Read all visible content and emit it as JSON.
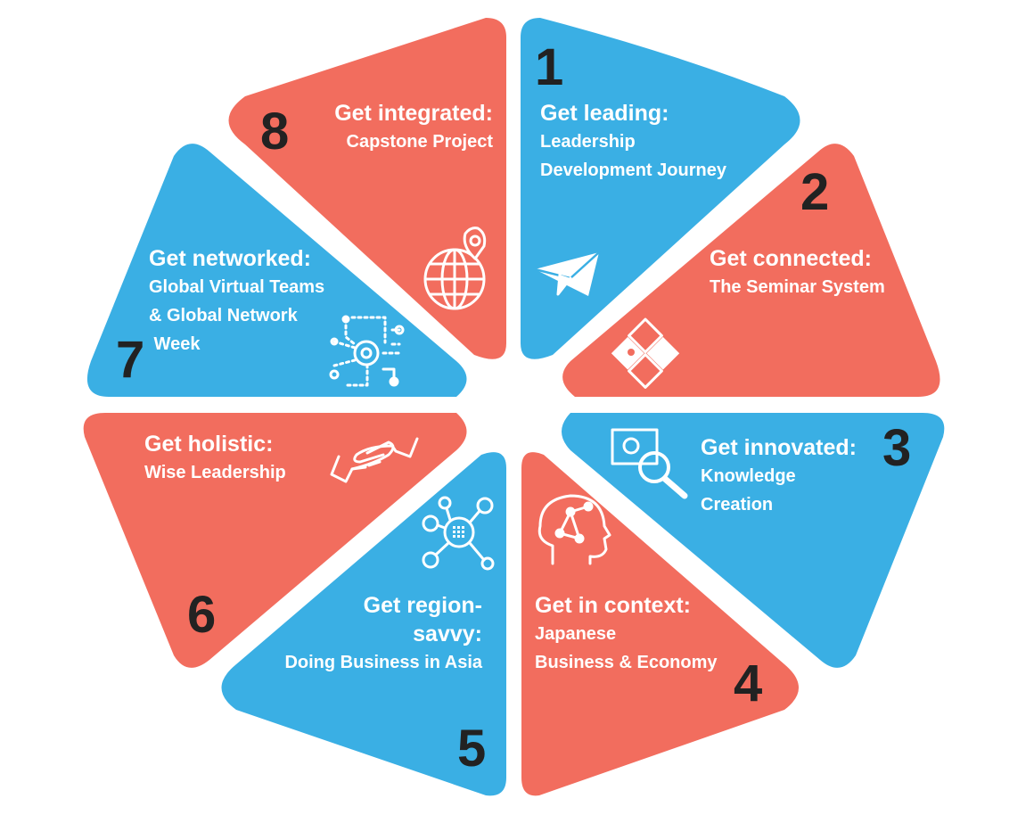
{
  "colors": {
    "blue": "#3AAFE4",
    "coral": "#F26D5E",
    "number": "#222222",
    "icon": "#ffffff"
  },
  "segments": [
    {
      "number": "1",
      "heading": "Get leading:",
      "lines": [
        "Leadership",
        "Development Journey"
      ],
      "color": "blue",
      "icon": "paper-plane-icon"
    },
    {
      "number": "2",
      "heading": "Get connected:",
      "lines": [
        "The Seminar System"
      ],
      "color": "coral",
      "icon": "puzzle-icon"
    },
    {
      "number": "3",
      "heading": "Get innovated:",
      "lines": [
        "Knowledge",
        "Creation"
      ],
      "color": "blue",
      "icon": "magnifier-icon"
    },
    {
      "number": "4",
      "heading": "Get in context:",
      "lines": [
        "Japanese",
        "Business & Economy"
      ],
      "color": "coral",
      "icon": "brain-head-icon"
    },
    {
      "number": "5",
      "heading": "Get region-",
      "heading2": "savvy:",
      "lines": [
        "Doing Business in Asia"
      ],
      "color": "blue",
      "icon": "network-node-icon"
    },
    {
      "number": "6",
      "heading": "Get holistic:",
      "lines": [
        "Wise Leadership"
      ],
      "color": "coral",
      "icon": "handshake-icon"
    },
    {
      "number": "7",
      "heading": "Get networked:",
      "lines": [
        "Global Virtual Teams",
        "& Global Network",
        " Week"
      ],
      "color": "blue",
      "icon": "circuit-target-icon"
    },
    {
      "number": "8",
      "heading": "Get integrated:",
      "lines": [
        "Capstone Project"
      ],
      "color": "coral",
      "icon": "globe-pin-icon"
    }
  ]
}
